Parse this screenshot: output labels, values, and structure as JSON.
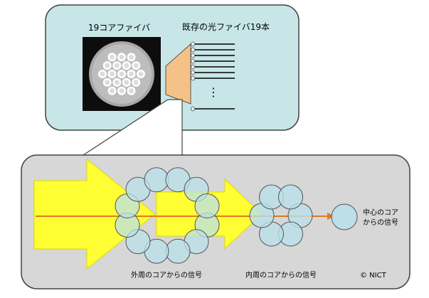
{
  "top_panel": {
    "fiber_label": "19コアファイバ",
    "bundle_label": "既存の光ファイバ19本",
    "ellipsis": "⋮"
  },
  "bottom_panel": {
    "outer_label": "外周のコアからの信号",
    "inner_label": "内周のコアからの信号",
    "center_label_line1": "中心のコア",
    "center_label_line2": "からの信号",
    "copyright": "© NICT"
  },
  "colors": {
    "panel_fill": "#c8e6e8",
    "panel_stroke": "#444444",
    "bottom_fill": "#d7d7d7",
    "arrow_yellow": "#ffff33",
    "core_fill": "#b9e0ea",
    "core_stroke": "#555555",
    "signal_line": "#e07a1f",
    "taper": "#f4c287"
  }
}
